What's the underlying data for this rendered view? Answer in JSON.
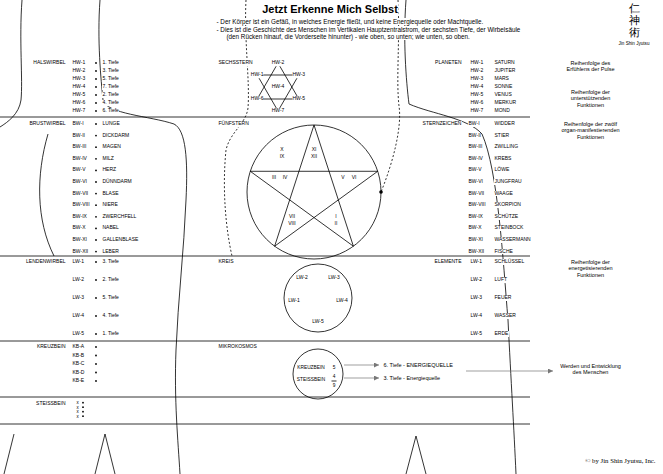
{
  "diagram": {
    "title": "Jetzt Erkenne Mich Selbst",
    "nodes": [
      {
        "text": [
          "HW-2",
          "HW-1",
          "HW-3",
          "HW-4",
          "HW-6",
          "HW-5",
          "HW-7"
        ]
      },
      {
        "text": [
          "X",
          "IX",
          "XI",
          "XII",
          "III",
          "IV",
          "V",
          "VI",
          "VII",
          "VIII",
          "I",
          "II"
        ]
      },
      {
        "text": [
          "LW-2",
          "LW-3",
          "LW-1",
          "LW-4",
          "LW-5"
        ]
      },
      {
        "text": [
          "KREUZBEIN",
          "5",
          "STEISSBEIN",
          "4",
          "9"
        ]
      }
    ],
    "labels": [
      "- Der Körper ist ein Gefäß, in welches Energie fließt, und keine Energiequelle oder Machtquelle.",
      "- Dies ist die Geschichte des Menschen im Vertikalen Hauptzentralstrom, der sechsten Tiefe, der Wirbelsäule",
      "(den Rücken hinauf, die Vorderseite hinunter) - wie oben, so unten; wie unten, so oben.",
      "仁神術",
      "Jin Shin Jyutsu",
      "© by Jin Shin Jyutsu, Inc.",
      "HALSWIRBEL",
      "BRUSTWIRBEL",
      "LENDENWIRBEL",
      "KREUZBEIN",
      "STEISSBEIN",
      "HW-1",
      "HW-2",
      "HW-3",
      "HW-4",
      "HW-5",
      "HW-6",
      "HW-7",
      "1. Tiefe",
      "3. Tiefe",
      "5. Tiefe",
      "7. Tiefe",
      "2. Tiefe",
      "4. Tiefe",
      "6. Tiefe",
      "BW-I",
      "BW-II",
      "BW-III",
      "BW-IV",
      "BW-V",
      "BW-VI",
      "BW-VII",
      "BW-VIII",
      "BW-IX",
      "BW-X",
      "BW-XI",
      "BW-XII",
      "LUNGE",
      "DICKDARM",
      "MAGEN",
      "MILZ",
      "HERZ",
      "DÜNNDARM",
      "BLASE",
      "NIERE",
      "ZWERCHFELL",
      "NABEL",
      "GALLENBLASE",
      "LEBER",
      "LW-1",
      "LW-2",
      "LW-3",
      "LW-4",
      "LW-5",
      "3. Tiefe",
      "2. Tiefe",
      "5. Tiefe",
      "4. Tiefe",
      "1. Tiefe",
      "KB-A",
      "KB-B",
      "KB-C",
      "KB-D",
      "KB-E",
      "x",
      "x",
      "x",
      "x",
      "SECHSSTERN",
      "FÜNFSTERN",
      "KREIS",
      "MIKROKOSMOS",
      "PLANETEN",
      "STERNZEICHEN",
      "ELEMENTE",
      "HW-1",
      "HW-2",
      "HW-3",
      "HW-4",
      "HW-5",
      "HW-6",
      "HW-7",
      "SATURN",
      "JUPITER",
      "MARS",
      "SONNE",
      "VENUS",
      "MERKUR",
      "MOND",
      "BW-I",
      "BW-II",
      "BW-III",
      "BW-IV",
      "BW-V",
      "BW-VI",
      "BW-VII",
      "BW-VIII",
      "BW-IX",
      "BW-X",
      "BW-XI",
      "BW-XII",
      "WIDDER",
      "STIER",
      "ZWILLING",
      "KREBS",
      "LÖWE",
      "JUNGFRAU",
      "WAAGE",
      "SKORPION",
      "SCHÜTZE",
      "STEINBOCK",
      "WASSERMANN",
      "FISCHE",
      "LW-1",
      "LW-2",
      "LW-3",
      "LW-4",
      "LW-5",
      "SCHLÜSSEL",
      "LUFT",
      "FEUER",
      "WASSER",
      "ERDE",
      "Reihenfolge des Erfühlens der Pulse",
      "Reihenfolge der unterstützenden Funktionen",
      "Reihenfolge der zwölf organ-manifestierenden Funktionen",
      "Reihenfolge der energetisierenden Funktionen",
      "6. Tiefe - ENERGIEQUELLE",
      "3. Tiefe - Energiequelle",
      "Werden und Entwicklung des Menschen"
    ]
  }
}
